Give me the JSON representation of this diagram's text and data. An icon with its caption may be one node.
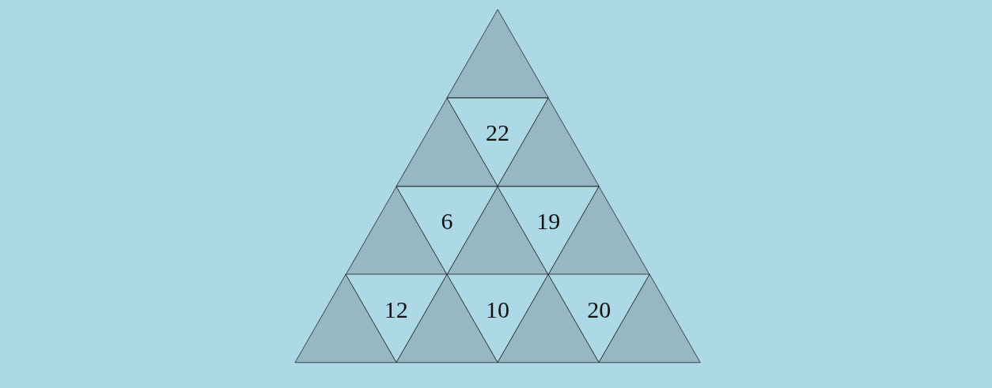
{
  "diagram": {
    "nodes": [
      {
        "text": [],
        "shape": "triangle"
      },
      {
        "text": [],
        "shape": "triangle"
      },
      {
        "text": [
          "22"
        ]
      },
      {
        "text": [],
        "shape": "triangle"
      },
      {
        "text": [],
        "shape": "triangle"
      },
      {
        "text": [
          "6"
        ]
      },
      {
        "text": [],
        "shape": "triangle"
      },
      {
        "text": [
          "19"
        ]
      },
      {
        "text": [],
        "shape": "triangle"
      },
      {
        "text": [],
        "shape": "triangle"
      },
      {
        "text": [
          "12"
        ]
      },
      {
        "text": [],
        "shape": "triangle"
      },
      {
        "text": [
          "10"
        ]
      },
      {
        "text": [],
        "shape": "triangle"
      },
      {
        "text": [
          "20"
        ]
      },
      {
        "text": [],
        "shape": "triangle"
      }
    ]
  }
}
